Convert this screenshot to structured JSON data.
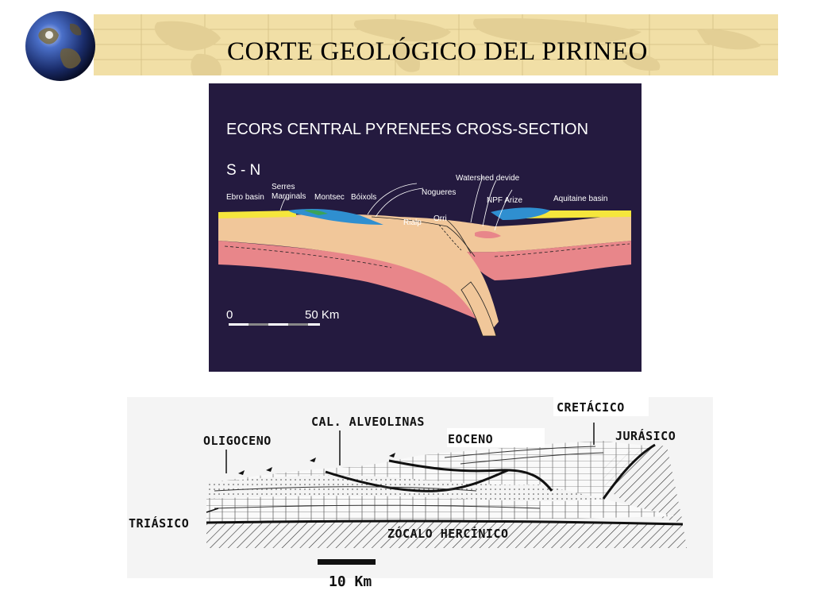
{
  "slide": {
    "title": "CORTE GEOLÓGICO DEL PIRINEO",
    "globe_icon": "globe-icon"
  },
  "ecors_section": {
    "title": "ECORS CENTRAL PYRENEES CROSS-SECTION",
    "orientation": "S - N",
    "labels": {
      "ebro_basin": "Ebro basin",
      "serres": "Serres",
      "marginals": "Marginals",
      "montsec": "Montsec",
      "boixols": "Bóixols",
      "nogueres": "Nogueres",
      "watershed": "Watershed devide",
      "npf_arize": "NPF Arize",
      "aquitaine_basin": "Aquitaine basin",
      "rialp": "Rialp",
      "orri": "Orri"
    },
    "scale_zero": "0",
    "scale_label": "50 Km",
    "colors": {
      "background": "#241a3f",
      "crust": "#f1c79a",
      "lower_crust": "#e8868a",
      "sediments": "#2f8fd0",
      "foreland": "#f5e63c"
    }
  },
  "sketch_section": {
    "labels": {
      "oligoceno": "OLIGOCENO",
      "cal_alveolinas": "CAL. ALVEOLINAS",
      "eoceno": "EOCENO",
      "cretacico": "CRETÁCICO",
      "jurasico": "JURÁSICO",
      "triasico": "TRIÁSICO",
      "zocalo": "ZÓCALO HERCÍNICO"
    },
    "scale_label": "10 Km"
  }
}
